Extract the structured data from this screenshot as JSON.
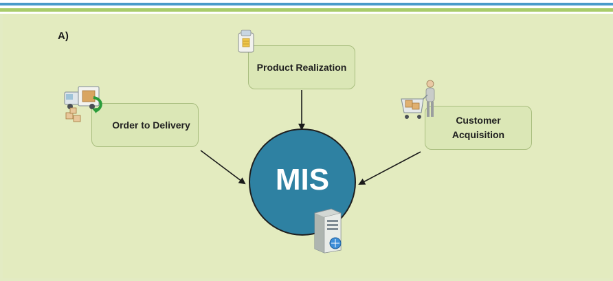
{
  "figure_label": "A)",
  "nodes": {
    "product": {
      "label": "Product Realization",
      "icon": "product-box-icon"
    },
    "order": {
      "label": "Order to Delivery",
      "icon": "delivery-truck-icon"
    },
    "customer": {
      "label": "Customer Acquisition",
      "icon": "shopping-cart-person-icon"
    },
    "center": {
      "label": "MIS",
      "icon": "server-icon"
    }
  },
  "edges": [
    {
      "from": "Product Realization",
      "to": "MIS"
    },
    {
      "from": "Order to Delivery",
      "to": "MIS"
    },
    {
      "from": "Customer Acquisition",
      "to": "MIS"
    }
  ],
  "colors": {
    "background": "#e3ebc3",
    "node_fill": "#dbe7b6",
    "node_border": "#a8bd7e",
    "mis_fill": "#2e81a2",
    "top_stripe_blue": "#4a9bc9",
    "top_stripe_green": "#a9cc6a"
  }
}
